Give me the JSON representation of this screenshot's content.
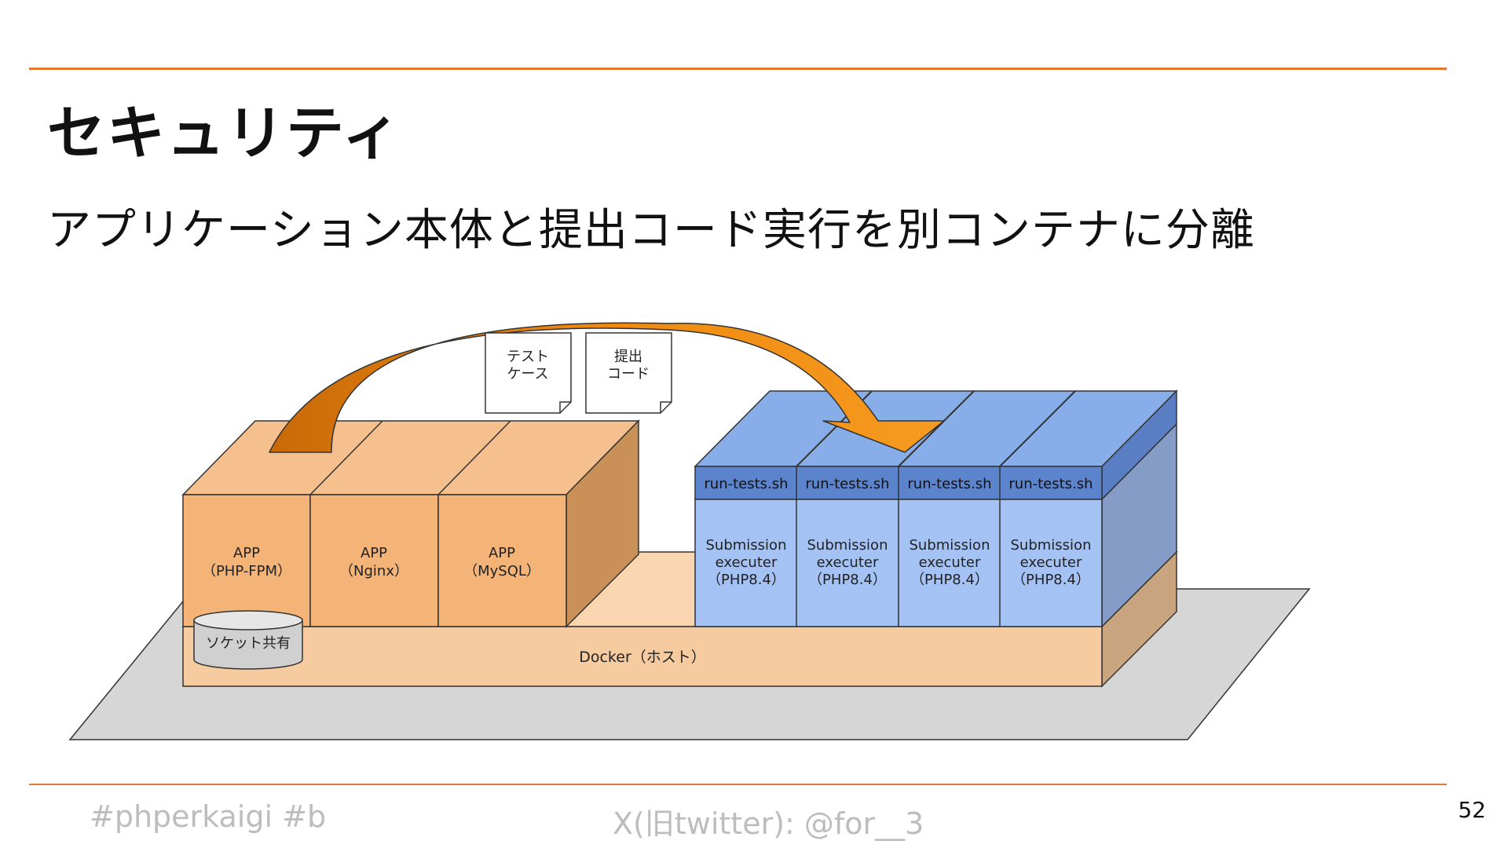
{
  "slide": {
    "title": "セキュリティ",
    "subtitle": "アプリケーション本体と提出コード実行を別コンテナに分離"
  },
  "diagram": {
    "host_label": "Docker（ホスト）",
    "socket_label": "ソケット共有",
    "app_containers": [
      {
        "line1": "APP",
        "line2": "（PHP-FPM）"
      },
      {
        "line1": "APP",
        "line2": "（Nginx）"
      },
      {
        "line1": "APP",
        "line2": "（MySQL）"
      }
    ],
    "executor_containers": [
      {
        "script": "run-tests.sh",
        "line1": "Submission",
        "line2": "executer",
        "line3": "（PHP8.4）"
      },
      {
        "script": "run-tests.sh",
        "line1": "Submission",
        "line2": "executer",
        "line3": "（PHP8.4）"
      },
      {
        "script": "run-tests.sh",
        "line1": "Submission",
        "line2": "executer",
        "line3": "（PHP8.4）"
      },
      {
        "script": "run-tests.sh",
        "line1": "Submission",
        "line2": "executer",
        "line3": "（PHP8.4）"
      }
    ],
    "documents": [
      {
        "line1": "テスト",
        "line2": "ケース"
      },
      {
        "line1": "提出",
        "line2": "コード"
      }
    ],
    "colors": {
      "accent_rule": "#e8782f",
      "app_front": "#f4b478",
      "exec_front": "#a4c2f4",
      "exec_header": "#5b84cc",
      "arrow": "#f08a10",
      "host": "#f7cba0",
      "floor": "#d6d6d6"
    }
  },
  "footer": {
    "hashtags": "#phperkaigi #b",
    "twitter": "X(旧twitter): @for__3",
    "page_number": "52"
  }
}
